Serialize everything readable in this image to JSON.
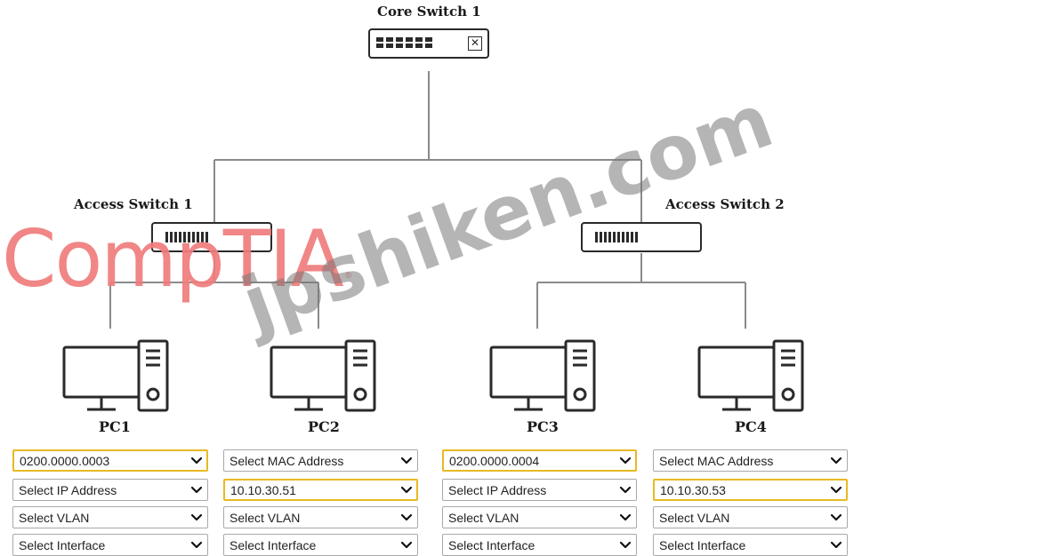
{
  "core_switch": {
    "label": "Core Switch 1"
  },
  "access_switches": [
    {
      "label": "Access Switch 1"
    },
    {
      "label": "Access Switch 2"
    }
  ],
  "pcs": [
    {
      "label": "PC1",
      "mac": "0200.0000.0003",
      "ip": "Select IP Address",
      "vlan": "Select VLAN",
      "interface": "Select Interface",
      "mac_filled": true,
      "ip_filled": false
    },
    {
      "label": "PC2",
      "mac": "Select MAC Address",
      "ip": "10.10.30.51",
      "vlan": "Select VLAN",
      "interface": "Select Interface",
      "mac_filled": false,
      "ip_filled": true
    },
    {
      "label": "PC3",
      "mac": "0200.0000.0004",
      "ip": "Select IP Address",
      "vlan": "Select VLAN",
      "interface": "Select Interface",
      "mac_filled": true,
      "ip_filled": false
    },
    {
      "label": "PC4",
      "mac": "Select MAC Address",
      "ip": "10.10.30.53",
      "vlan": "Select VLAN",
      "interface": "Select Interface",
      "mac_filled": false,
      "ip_filled": true
    }
  ],
  "watermarks": {
    "logo": "CompTIA",
    "site": "jpshiken.com"
  },
  "colors": {
    "line": "#8a8a8a",
    "device": "#2a2a2a",
    "selected_border": "#e8b923",
    "logo": "#f07c7c"
  }
}
